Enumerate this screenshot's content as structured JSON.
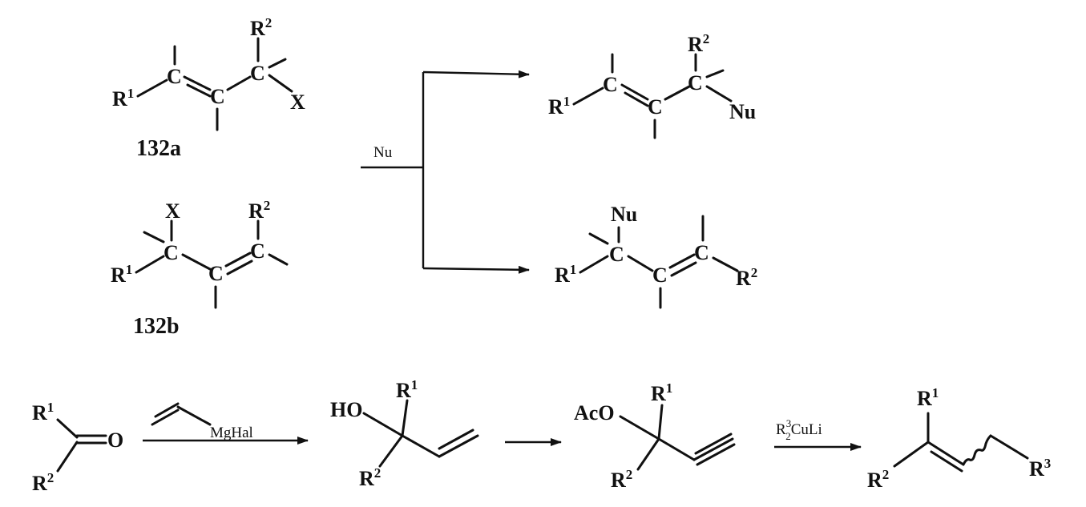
{
  "compound_labels": {
    "a": "132a",
    "b": "132b"
  },
  "atoms": {
    "R": "R",
    "C": "C",
    "X": "X",
    "Nu": "Nu",
    "HO": "HO",
    "AcO": "AcO",
    "O": "O",
    "sup1": "1",
    "sup2": "2",
    "sup3": "3"
  },
  "reagents": {
    "nucleophile": "Nu",
    "grignard": "MgHal",
    "cuprate_R": "R",
    "cuprate_sup": "3",
    "cuprate_sub": "2",
    "cuprate_rest": "CuLi"
  }
}
